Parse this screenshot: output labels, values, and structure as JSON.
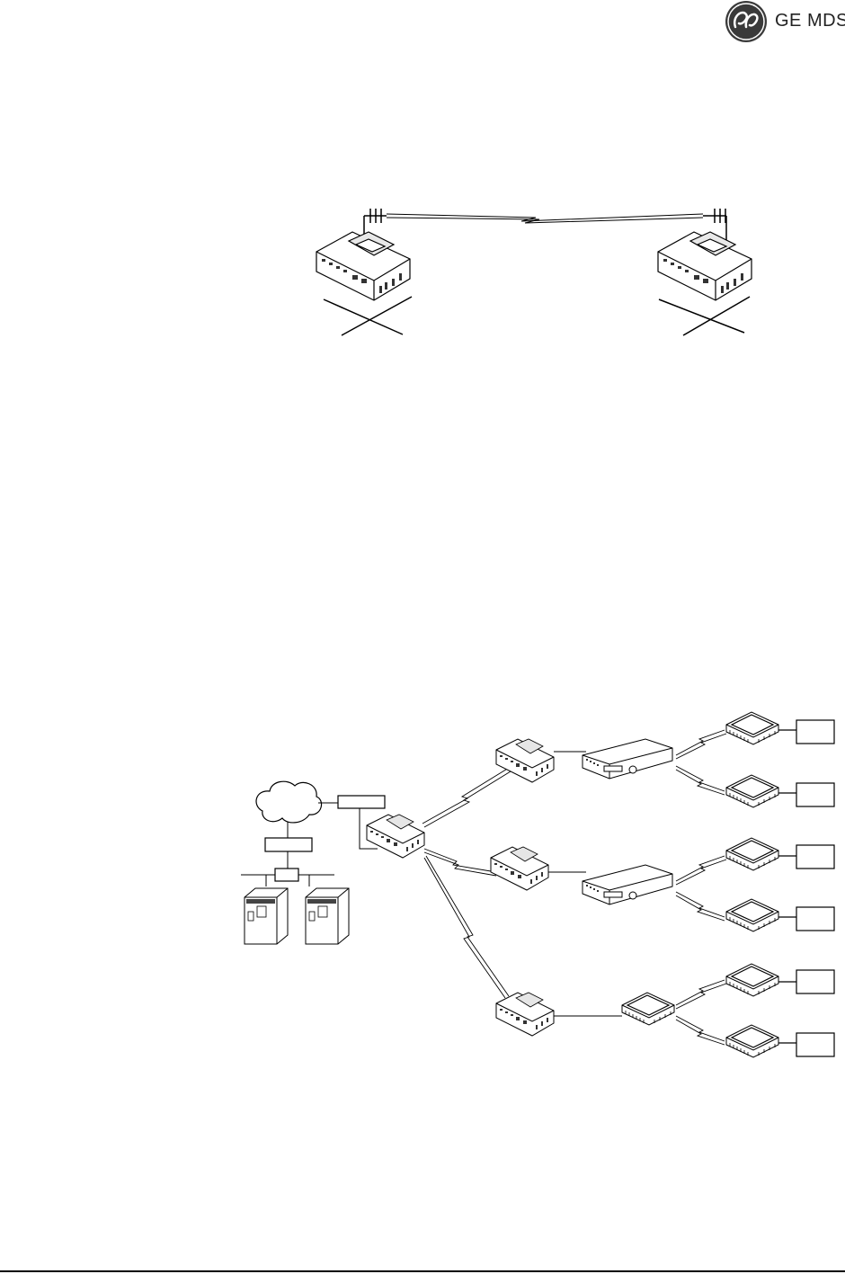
{
  "header": {
    "logo_icon": "ge-monogram-icon",
    "brand_text": "GE MDS"
  },
  "figures": [
    {
      "name": "point-to-point-link",
      "icons": [
        "yagi-antenna-icon",
        "radio-transceiver-icon",
        "network-cable-icon"
      ]
    },
    {
      "name": "multipoint-network",
      "icons": [
        "cloud-icon",
        "server-icon",
        "hub-icon",
        "radio-transceiver-icon",
        "controller-box-icon",
        "remote-terminal-icon",
        "rf-link-icon"
      ]
    }
  ]
}
